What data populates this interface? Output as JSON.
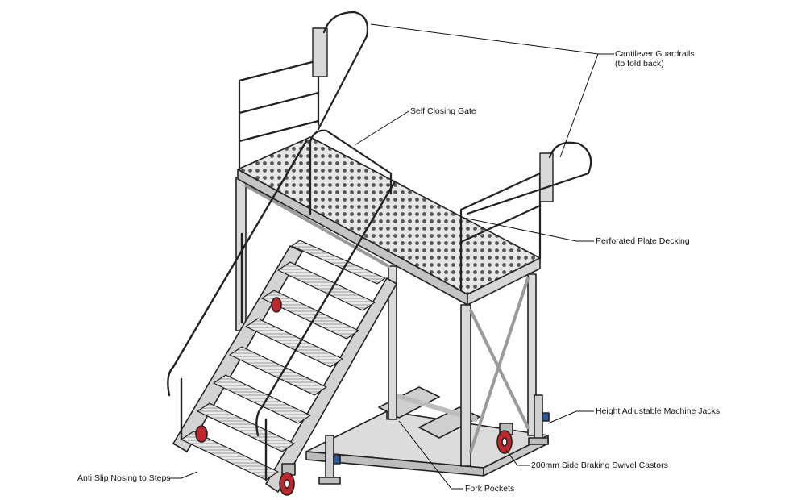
{
  "callouts": {
    "cantilever": {
      "line1": "Cantilever Guardrails",
      "line2": "(to fold back)"
    },
    "gate": "Self Closing Gate",
    "decking": "Perforated Plate Decking",
    "jacks": "Height Adjustable Machine Jacks",
    "castors": "200mm Side Braking Swivel Castors",
    "fork": "Fork Pockets",
    "nosing": "Anti Slip Nosing to Steps"
  },
  "colors": {
    "steel": "#d9d9d9",
    "steel_dark": "#6a6a6a",
    "outline": "#222222",
    "castor_red": "#c0272d",
    "jack_blue": "#2c5aa0",
    "leader": "#111111"
  },
  "icons": [
    "platform-illustration",
    "castor-icon",
    "jack-icon"
  ]
}
